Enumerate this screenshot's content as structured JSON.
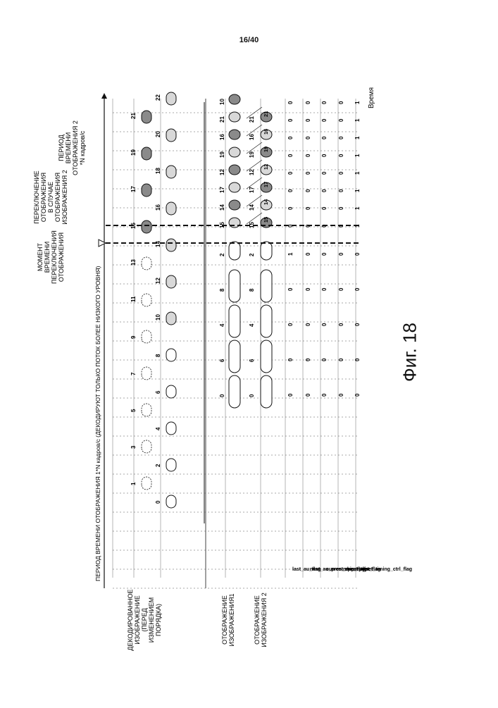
{
  "page_number": "16/40",
  "figure_caption": "Фиг. 18",
  "time_axis_label": "Время",
  "top_period_label": "ПЕРИОД ВРЕМЕНИ ОТОБРАЖЕНИЯ 1*N кадров/с (ДЕКОДИРУЮТ ТОЛЬКО ПОТОК БОЛЕЕ НИЗКОГО УРОВНЯ)",
  "switch_moment_label": [
    "МОМЕНТ",
    "ВРЕМЕНИ",
    "ПЕРЕКЛЮЧЕНИЯ",
    "ОТОБРАЖЕНИЯ"
  ],
  "switch_case_label": [
    "ПЕРЕКЛЮЧЕНИЕ",
    "ОТОБРАЖЕНИЯ",
    "В СЛУЧАЕ",
    "ОТОБРАЖЕНИЯ",
    "ИЗОБРАЖЕНИЯ 2"
  ],
  "period2_label": [
    "ПЕРИОД",
    "ВРЕМЕНИ",
    "ОТОБРАЖЕНИЯ 2",
    "*N кадров/с"
  ],
  "row_labels": {
    "decoded": [
      "ДЕКОДИРОВАННОЕ",
      "ИЗОБРАЖЕНИЕ",
      "(ПЕРЕД",
      "ИЗМЕНЕНИЕМ",
      "ПОРЯДКА)"
    ],
    "display1": [
      "ОТОБРАЖЕНИЕ",
      "ИЗОБРАЖЕНИЯ1"
    ],
    "display2": [
      "ОТОБРАЖЕНИЕ",
      "ИЗОБРАЖЕНИЯ 2"
    ]
  },
  "decoded_pictures": [
    "0",
    "1",
    "2",
    "3",
    "4",
    "5",
    "6",
    "7",
    "8",
    "9",
    "10",
    "11",
    "12",
    "13",
    "14",
    "15",
    "16",
    "17",
    "18",
    "19",
    "20",
    "21",
    "22"
  ],
  "display1_numbers": [
    "0",
    "6",
    "4",
    "8",
    "2",
    "15",
    "14",
    "17",
    "12",
    "19",
    "16",
    "21",
    "10"
  ],
  "display2_numbers": [
    "0",
    "6",
    "4",
    "8",
    "2",
    "15",
    "14",
    "17",
    "12",
    "19",
    "16",
    "21"
  ],
  "display2_diag_numbers": [
    "15",
    "14",
    "17",
    "12",
    "19",
    "16",
    "21"
  ],
  "flags": [
    {
      "name": "last_au_flag",
      "values": [
        "0",
        "0",
        "0",
        "0",
        "1",
        "0",
        "0",
        "0",
        "0",
        "0",
        "0",
        "0",
        "0"
      ]
    },
    {
      "name": "next_au_pres_skip_flag",
      "values": [
        "0",
        "0",
        "0",
        "0",
        "0",
        "0",
        "0",
        "0",
        "0",
        "0",
        "0",
        "0",
        "0"
      ]
    },
    {
      "name": "current_au_repeat_flag",
      "values": [
        "0",
        "0",
        "0",
        "0",
        "0",
        "0",
        "0",
        "0",
        "0",
        "0",
        "0",
        "0",
        "0"
      ]
    },
    {
      "name": "repeat_type",
      "values": [
        "0",
        "0",
        "0",
        "0",
        "0",
        "0",
        "0",
        "0",
        "0",
        "0",
        "0",
        "0",
        "0"
      ]
    },
    {
      "name": "offset_timing_ctrl_flag",
      "values": [
        "0",
        "0",
        "0",
        "0",
        "0",
        "1",
        "1",
        "1",
        "1",
        "1",
        "1",
        "1",
        "1"
      ]
    }
  ]
}
